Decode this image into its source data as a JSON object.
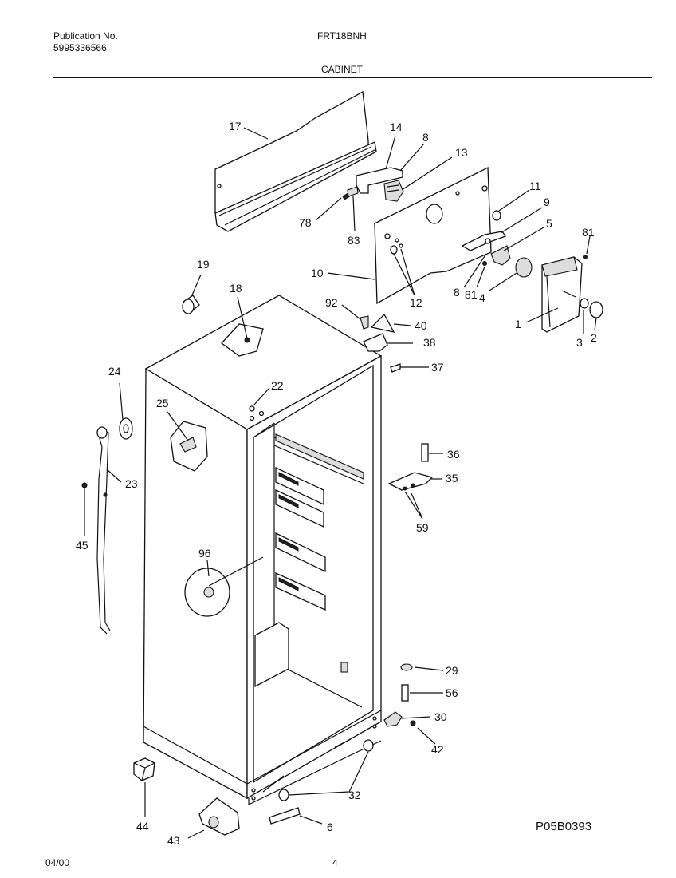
{
  "header": {
    "publication_label": "Publication No.",
    "publication_number": "5995336566",
    "model": "FRT18BNH",
    "section_title": "CABINET"
  },
  "callouts": [
    "17",
    "14",
    "8",
    "13",
    "78",
    "83",
    "11",
    "9",
    "5",
    "81",
    "10",
    "12",
    "8",
    "81",
    "4",
    "1",
    "3",
    "2",
    "19",
    "18",
    "92",
    "40",
    "38",
    "37",
    "24",
    "22",
    "25",
    "23",
    "45",
    "36",
    "35",
    "59",
    "96",
    "29",
    "56",
    "30",
    "42",
    "32",
    "44",
    "43",
    "6"
  ],
  "footer": {
    "date": "04/00",
    "page": "4",
    "reference_code": "P05B0393"
  }
}
